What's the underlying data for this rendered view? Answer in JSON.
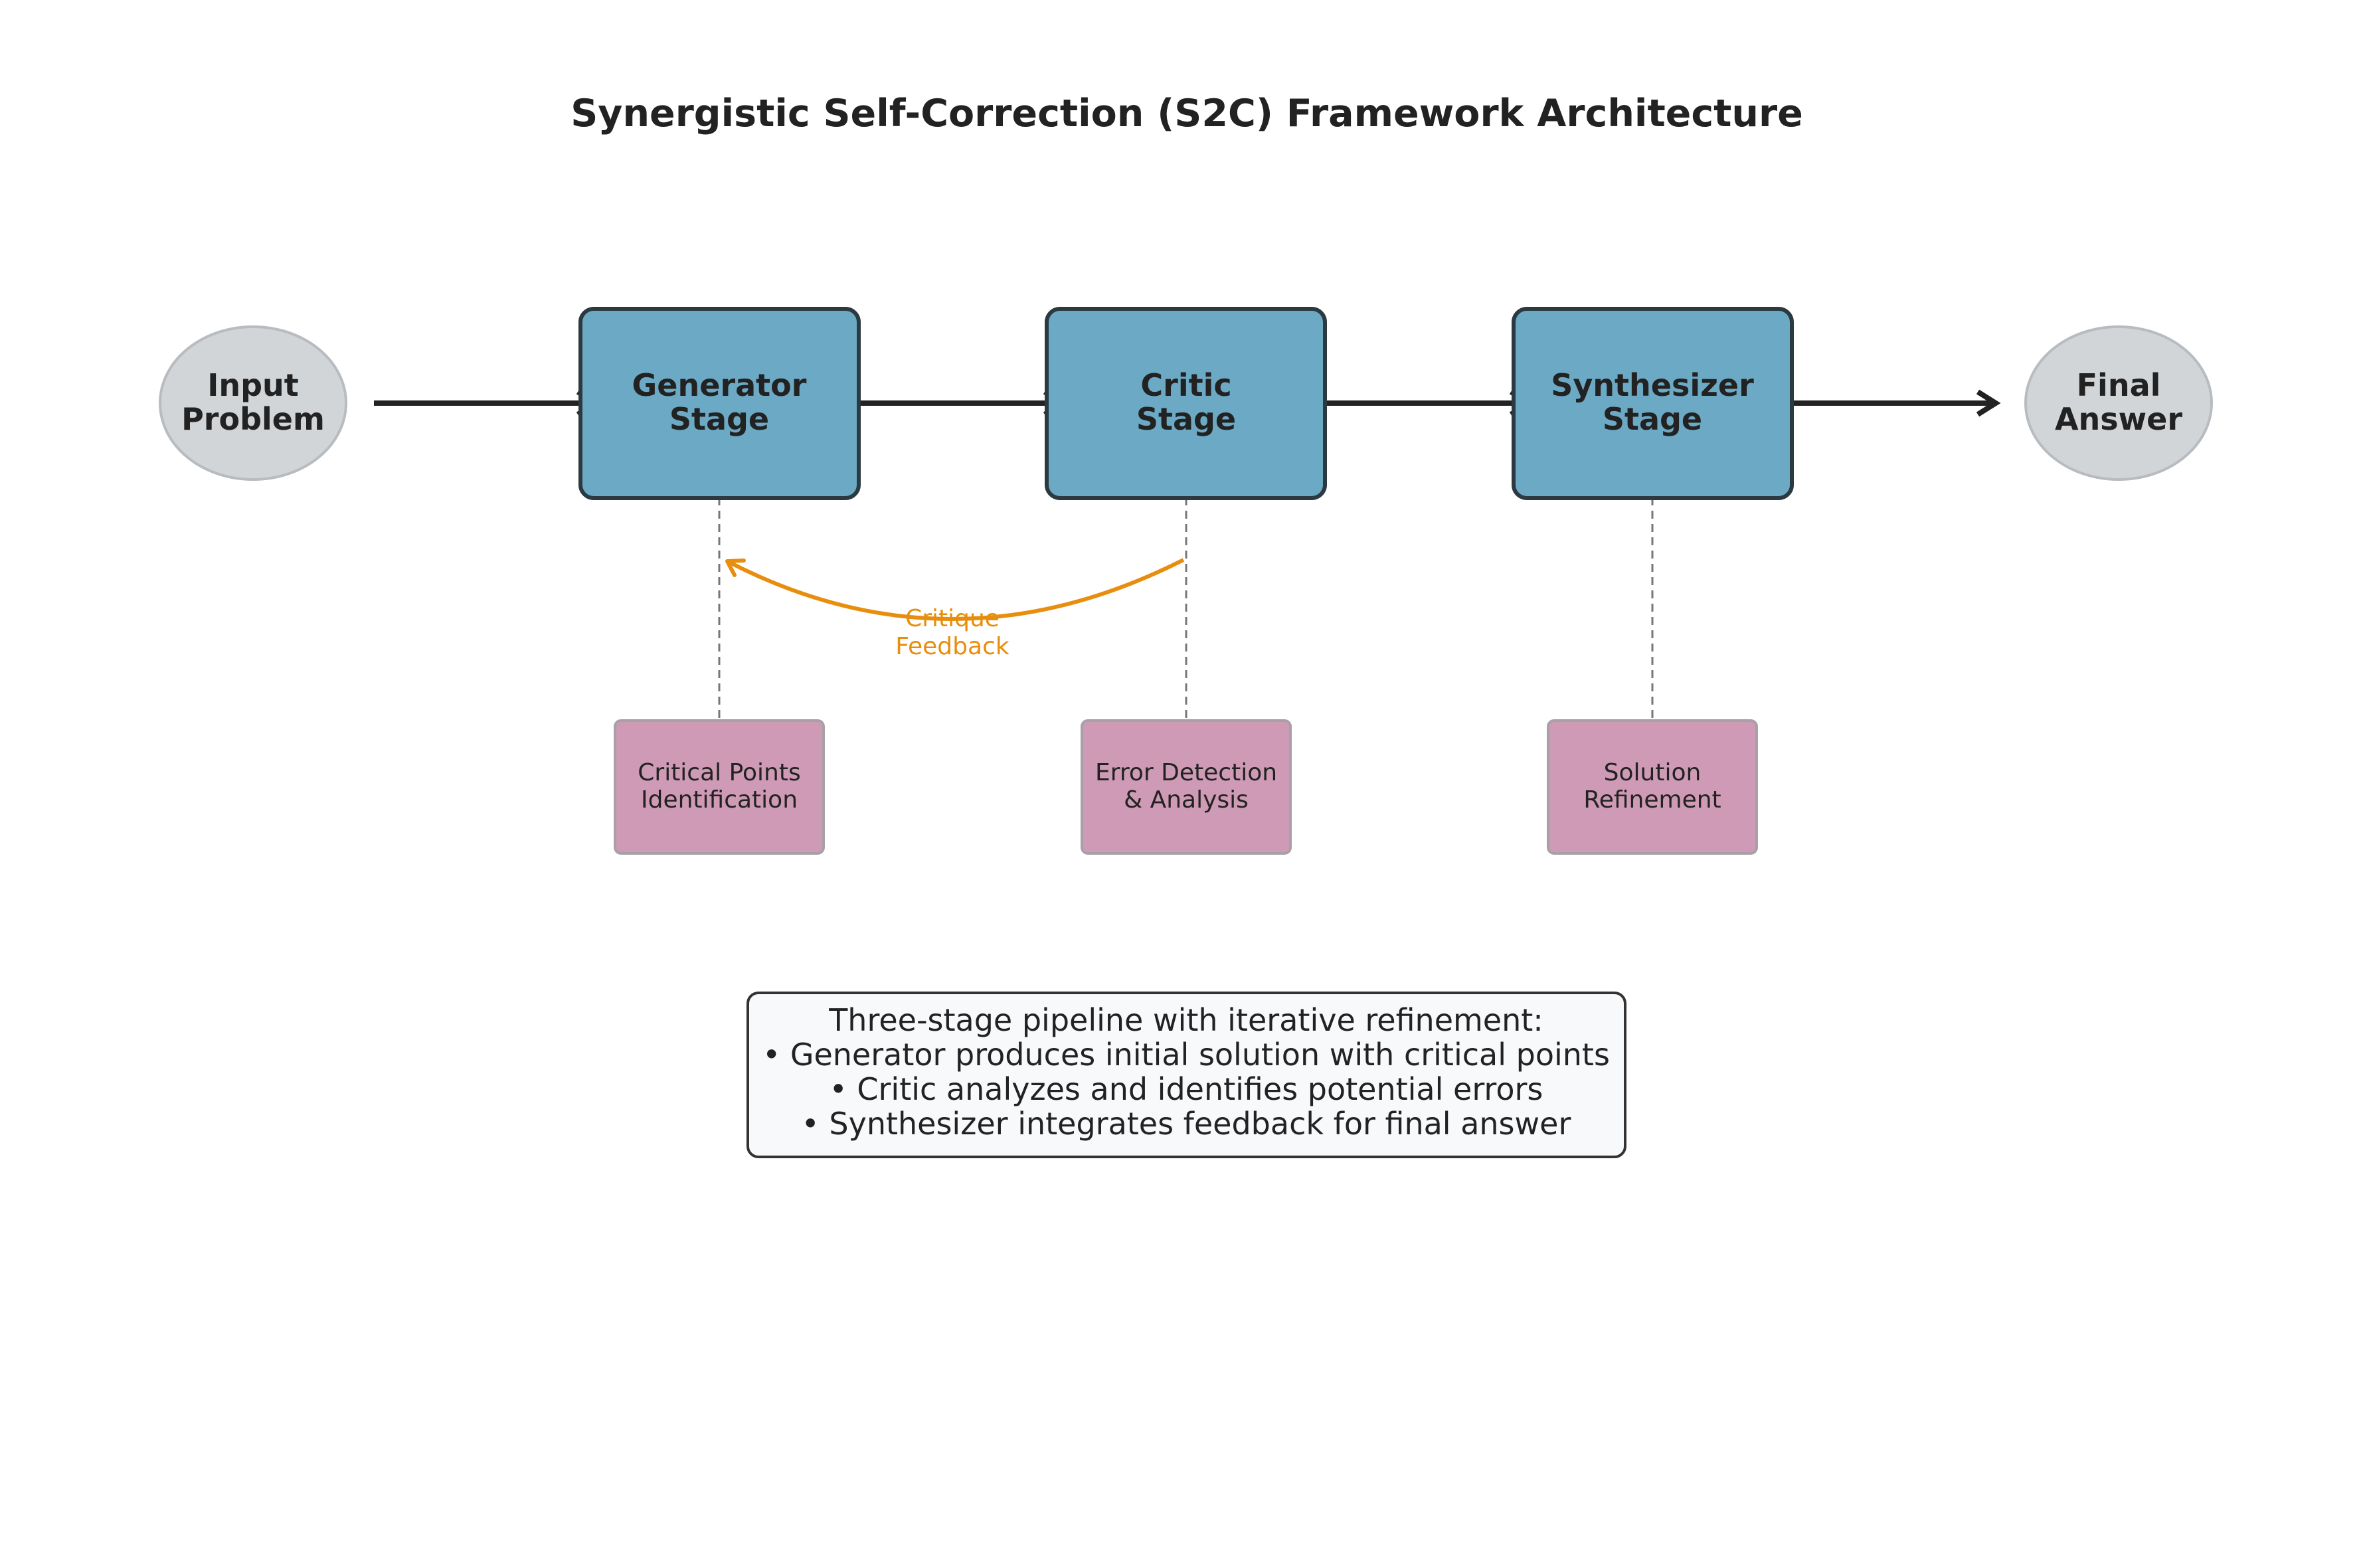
{
  "title": "Synergistic Self-Correction (S2C) Framework Architecture",
  "input": {
    "line1": "Input",
    "line2": "Problem"
  },
  "output": {
    "line1": "Final",
    "line2": "Answer"
  },
  "stages": [
    {
      "line1": "Generator",
      "line2": "Stage",
      "detail_line1": "Critical Points",
      "detail_line2": "Identification"
    },
    {
      "line1": "Critic",
      "line2": "Stage",
      "detail_line1": "Error Detection",
      "detail_line2": "& Analysis"
    },
    {
      "line1": "Synthesizer",
      "line2": "Stage",
      "detail_line1": "Solution",
      "detail_line2": "Refinement"
    }
  ],
  "feedback": {
    "line1": "Critique",
    "line2": "Feedback"
  },
  "summary": {
    "heading": "Three-stage pipeline with iterative refinement:",
    "bullets": [
      "• Generator produces initial solution with critical points",
      "• Critic analyzes and identifies potential errors",
      "• Synthesizer integrates feedback for final answer"
    ]
  },
  "colors": {
    "stage_fill": "#6BA9C5",
    "stage_stroke": "#2B3A40",
    "terminal_fill": "#D2D5D8",
    "terminal_stroke": "#B8BCC0",
    "detail_fill": "#CF9AB5",
    "detail_stroke": "#A8A0A6",
    "feedback": "#E88E0E",
    "arrow": "#222222",
    "connector": "#777777",
    "summary_fill": "#F7F9FB",
    "summary_stroke": "#333333"
  }
}
